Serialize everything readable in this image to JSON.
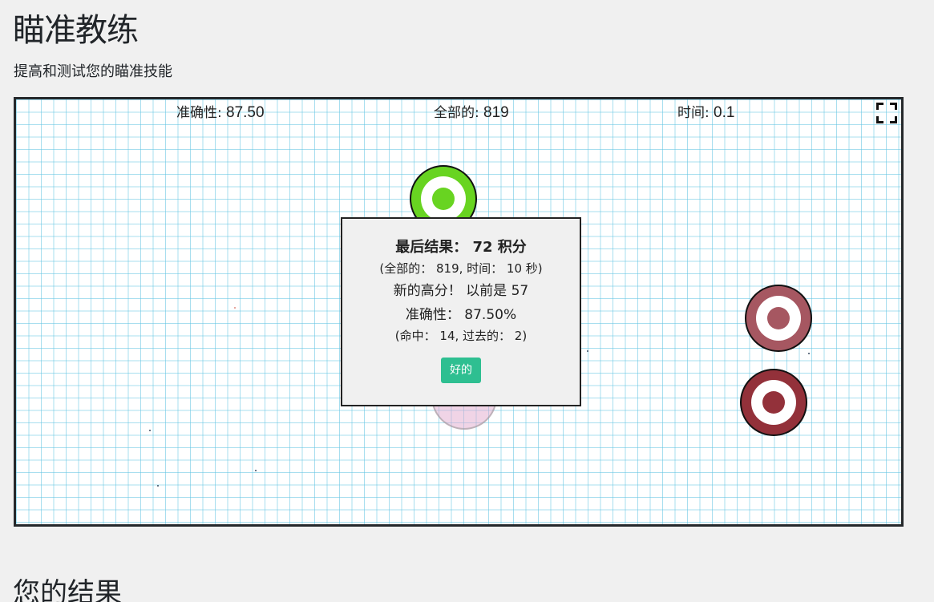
{
  "page": {
    "title": "瞄准教练",
    "subtitle": "提高和测试您的瞄准技能"
  },
  "stats": {
    "accuracy_label": "准确性:",
    "accuracy_value": "87.50",
    "total_label": "全部的:",
    "total_value": "819",
    "time_label": "时间:",
    "time_value": "0.1"
  },
  "icons": {
    "fullscreen": "fullscreen-icon"
  },
  "targets": {
    "colors": {
      "green": "#68d421",
      "rose": "#a65761",
      "maroon": "#93313a",
      "faded": "#e2aacd"
    }
  },
  "result": {
    "final": "最后结果： 72 积分",
    "summary": "(全部的： 819, 时间： 10 秒)",
    "highscore": "新的高分！ 以前是 57",
    "accuracy": "准确性： 87.50%",
    "hits": "(命中： 14, 过去的： 2)",
    "ok_label": "好的",
    "ok_color": "#2ebf91"
  },
  "results_section": {
    "heading": "您的结果"
  }
}
